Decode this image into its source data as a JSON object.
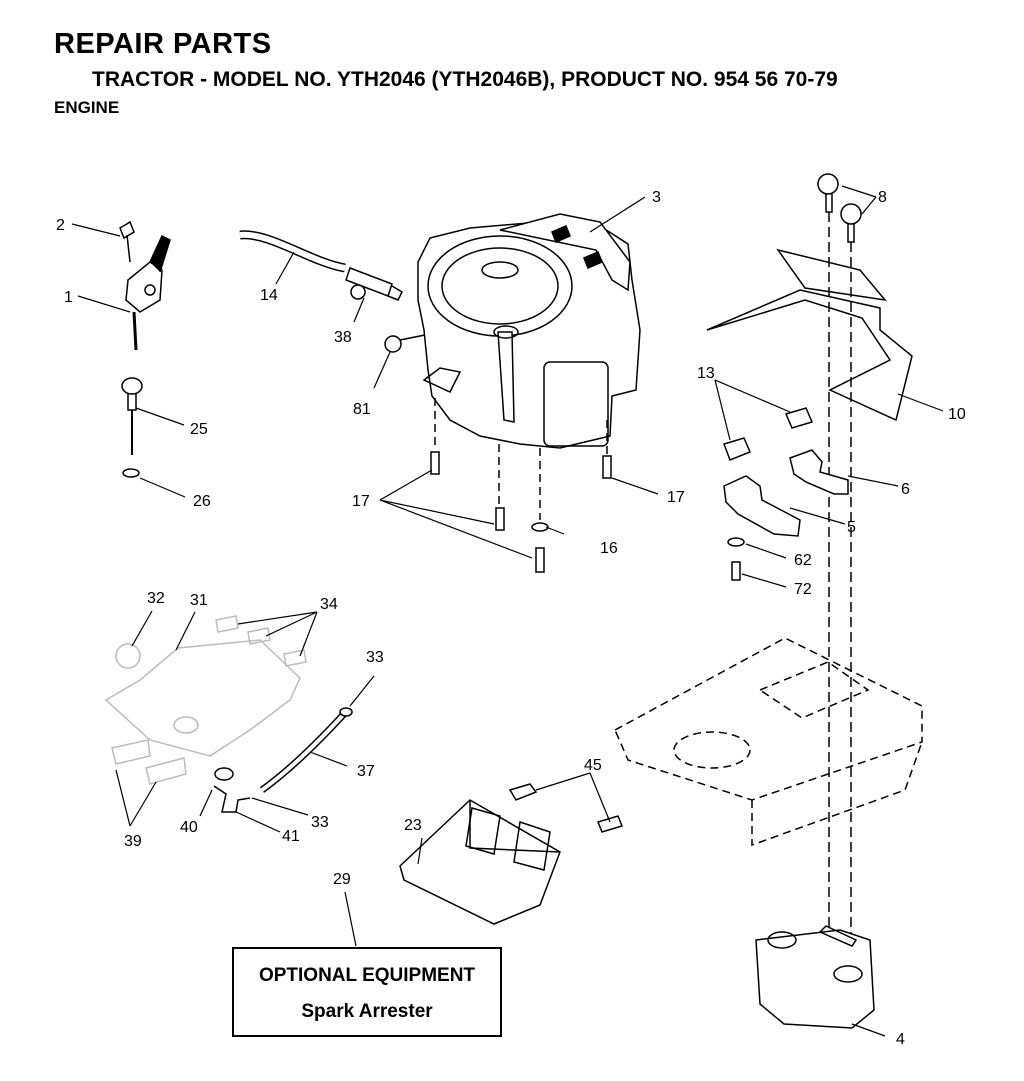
{
  "header": {
    "title": "REPAIR PARTS",
    "subtitle": "TRACTOR - MODEL NO. YTH2046 (YTH2046B), PRODUCT NO. 954 56 70-79",
    "section": "ENGINE"
  },
  "optional_box": {
    "title": "OPTIONAL EQUIPMENT",
    "item": "Spark Arrester"
  },
  "callouts": {
    "c1": "1",
    "c2": "2",
    "c3": "3",
    "c4": "4",
    "c5": "5",
    "c6": "6",
    "c8": "8",
    "c10": "10",
    "c13": "13",
    "c14": "14",
    "c16": "16",
    "c17a": "17",
    "c17b": "17",
    "c23": "23",
    "c25": "25",
    "c26": "26",
    "c29": "29",
    "c31": "31",
    "c32": "32",
    "c33a": "33",
    "c33b": "33",
    "c34": "34",
    "c37": "37",
    "c38": "38",
    "c39": "39",
    "c40": "40",
    "c41": "41",
    "c45": "45",
    "c62": "62",
    "c72": "72",
    "c81": "81"
  }
}
